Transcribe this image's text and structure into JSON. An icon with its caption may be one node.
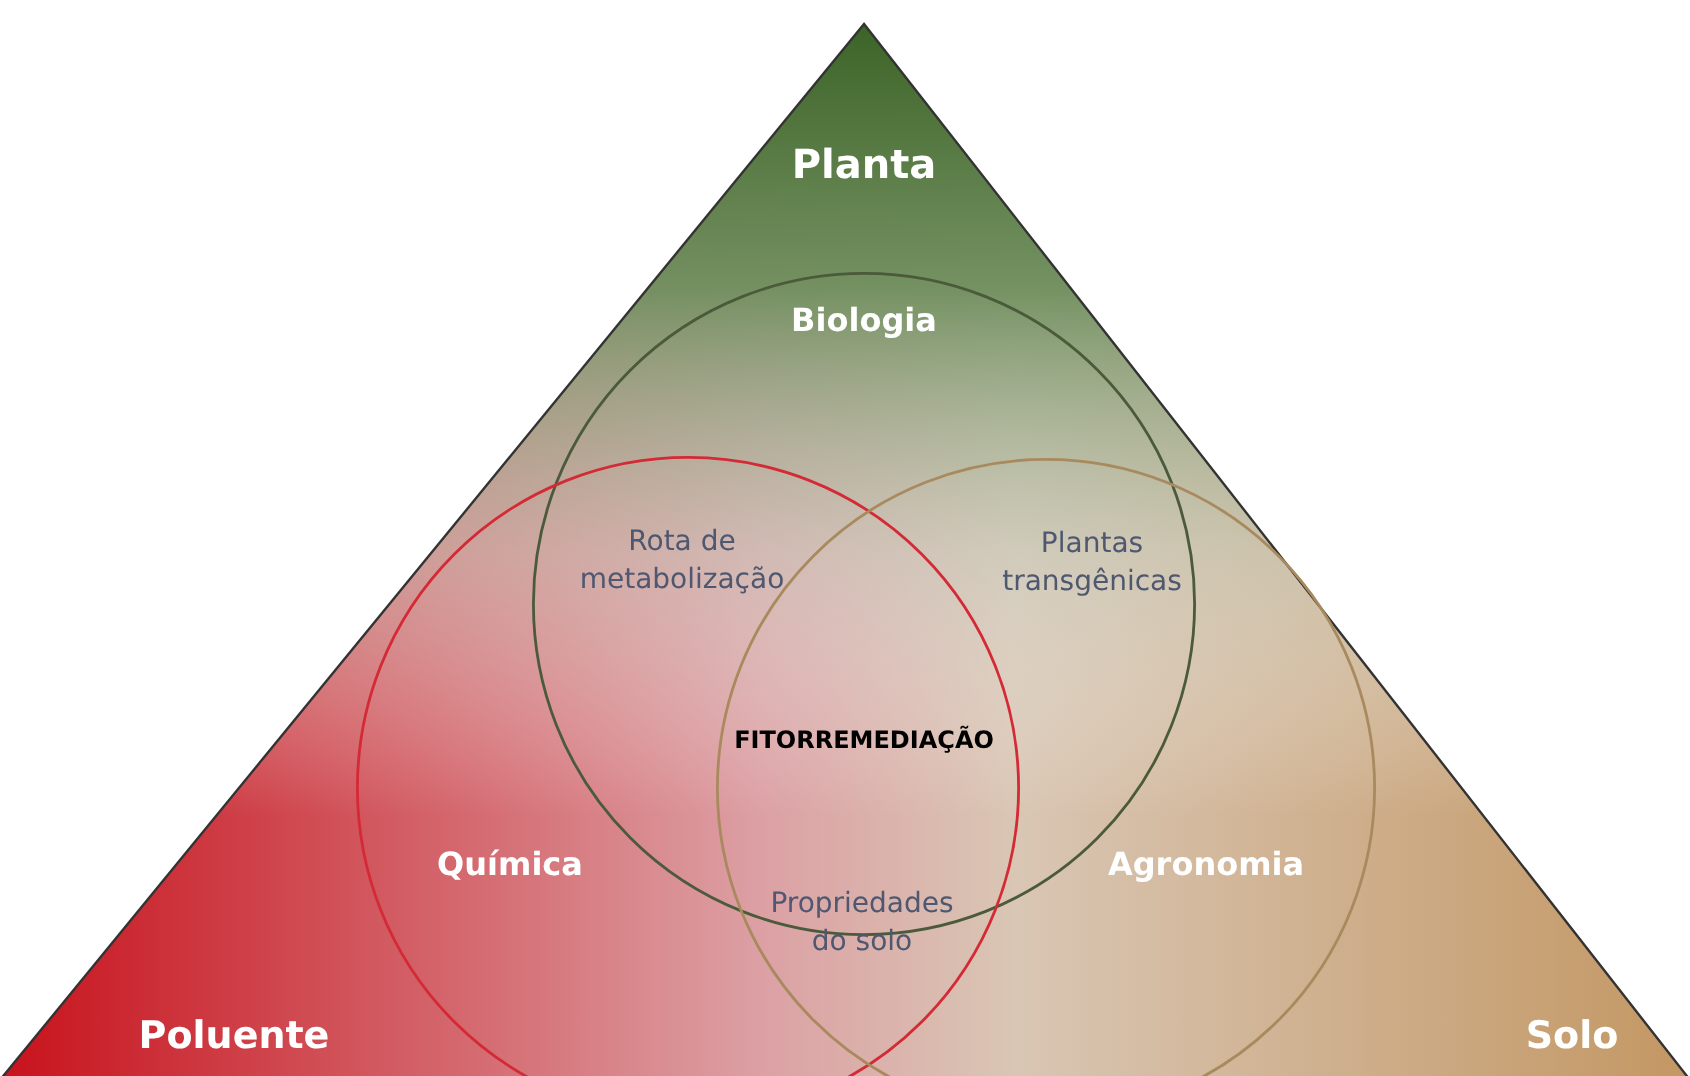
{
  "diagram": {
    "nodes": [
      {
        "text": [
          "Planta",
          "Poluente",
          "Solo"
        ]
      },
      {
        "text": [
          "Biologia"
        ],
        "in": 0
      },
      {
        "text": [
          "Química"
        ]
      },
      {
        "text": [
          "Agronomia"
        ]
      }
    ],
    "labels": [
      "Rota de metabolização",
      "Plantas transgênicas",
      "FITORREMEDIAÇÃO",
      "Propriedades do solo"
    ]
  }
}
